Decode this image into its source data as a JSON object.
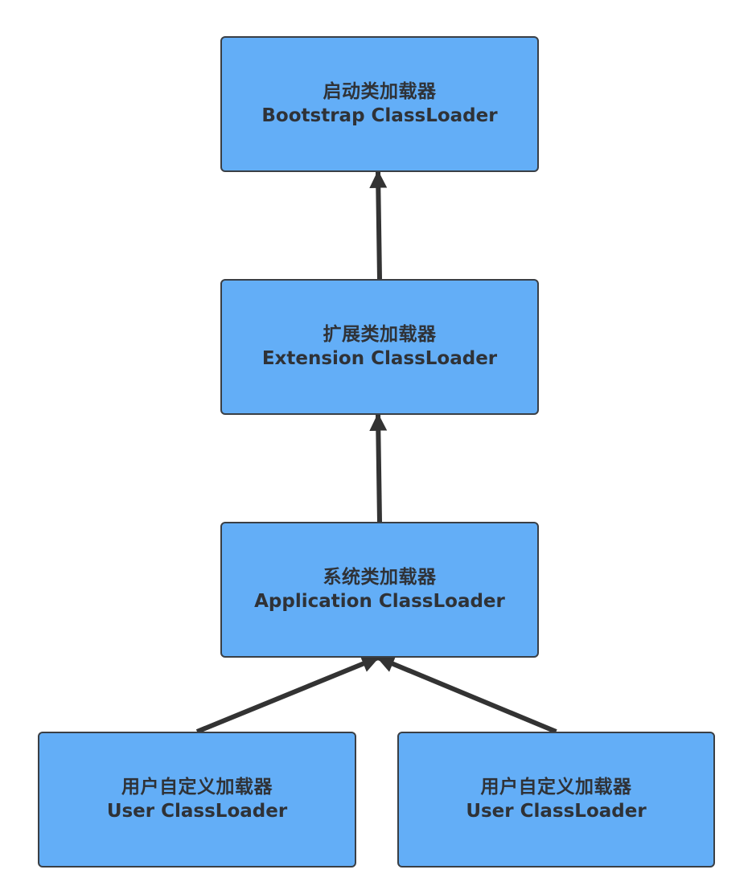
{
  "diagram": {
    "title": "Java ClassLoader hierarchy (parent delegation)",
    "colors": {
      "node_fill": "#63aef7",
      "node_border": "#3a3f45",
      "text": "#2f3237",
      "arrow": "#333333"
    },
    "nodes": [
      {
        "id": "bootstrap",
        "cn": "启动类加载器",
        "en": "Bootstrap ClassLoader"
      },
      {
        "id": "extension",
        "cn": "扩展类加载器",
        "en": "Extension ClassLoader"
      },
      {
        "id": "application",
        "cn": "系统类加载器",
        "en": "Application ClassLoader"
      },
      {
        "id": "user1",
        "cn": "用户自定义加载器",
        "en": "User ClassLoader"
      },
      {
        "id": "user2",
        "cn": "用户自定义加载器",
        "en": "User ClassLoader"
      }
    ],
    "edges": [
      {
        "from": "extension",
        "to": "bootstrap"
      },
      {
        "from": "application",
        "to": "extension"
      },
      {
        "from": "user1",
        "to": "application"
      },
      {
        "from": "user2",
        "to": "application"
      }
    ]
  }
}
